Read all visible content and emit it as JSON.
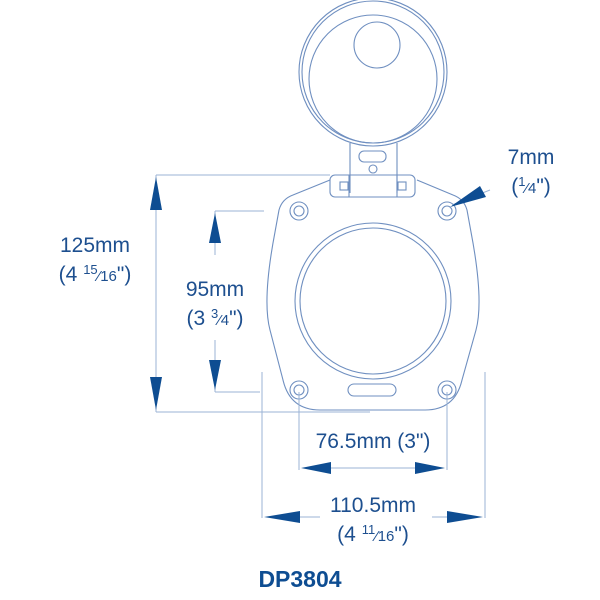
{
  "diagram": {
    "model": "DP3804",
    "colors": {
      "line": "#6f8fc0",
      "arrow": "#0e4d92",
      "text": "#1d4f8f"
    },
    "dimensions": {
      "overall_height": {
        "metric": "125mm",
        "imperial_whole": "4",
        "imperial_num": "15",
        "imperial_den": "16"
      },
      "hole_spacing_vertical": {
        "metric": "95mm",
        "imperial_whole": "3",
        "imperial_num": "3",
        "imperial_den": "4"
      },
      "hole_diameter": {
        "metric": "7mm",
        "imperial_num": "1",
        "imperial_den": "4"
      },
      "hole_spacing_horizontal": {
        "label": "76.5mm (3\")"
      },
      "overall_width": {
        "metric": "110.5mm",
        "imperial_whole": "4",
        "imperial_num": "11",
        "imperial_den": "16"
      }
    }
  }
}
